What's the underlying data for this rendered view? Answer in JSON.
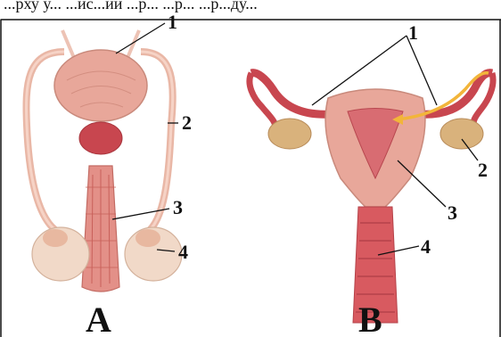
{
  "top_text_fragment": "...рху у... ...ис...ии ...р... ...р... ...р...ду...",
  "colors": {
    "tissue_pink": "#e8a79a",
    "tissue_light": "#f4c9bf",
    "deep_red": "#c8464f",
    "ovary_tan": "#d9b27c",
    "duct_yellow": "#f2b53a",
    "frame": "#111111"
  },
  "panels": [
    {
      "id": "A",
      "title": "A",
      "callouts": [
        "1",
        "2",
        "3",
        "4"
      ]
    },
    {
      "id": "B",
      "title": "B",
      "callouts": [
        "1",
        "2",
        "3",
        "4"
      ]
    }
  ]
}
